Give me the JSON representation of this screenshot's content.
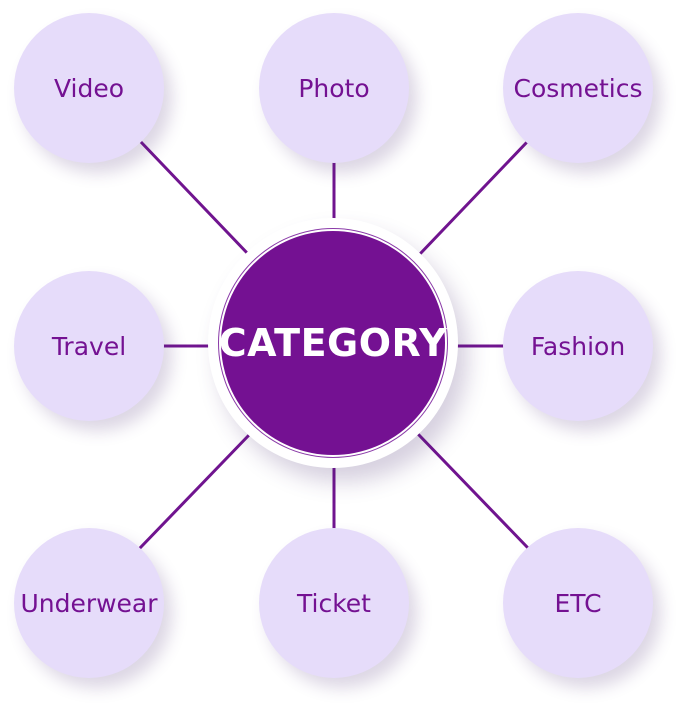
{
  "center": {
    "label": "CATEGORY"
  },
  "categories": [
    {
      "id": "video",
      "label": "Video"
    },
    {
      "id": "photo",
      "label": "Photo"
    },
    {
      "id": "cosmetics",
      "label": "Cosmetics"
    },
    {
      "id": "travel",
      "label": "Travel"
    },
    {
      "id": "fashion",
      "label": "Fashion"
    },
    {
      "id": "underwear",
      "label": "Underwear"
    },
    {
      "id": "ticket",
      "label": "Ticket"
    },
    {
      "id": "etc",
      "label": "ETC"
    }
  ],
  "colors": {
    "accent": "#741192",
    "node_fill": "#e6dcfa",
    "line": "#70148f"
  }
}
